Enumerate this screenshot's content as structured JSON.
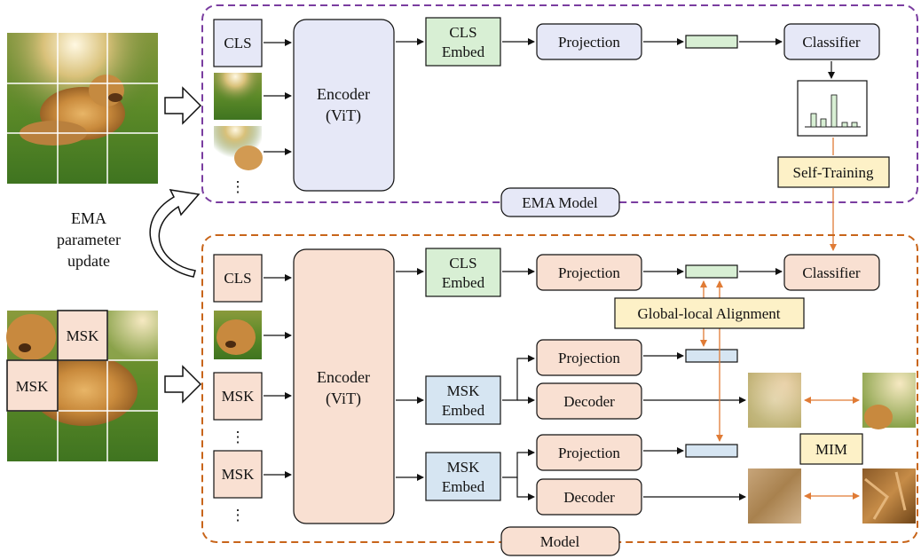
{
  "colors": {
    "ema_border": "#7a3da0",
    "model_border": "#c8651a",
    "ema_fill": "#e6e8f7",
    "model_fill": "#f9e0d2",
    "cls_embed_fill": "#d8efd4",
    "msk_embed_fill": "#d6e5f2",
    "note_fill": "#fdf1c7",
    "accent_orange": "#e07b35"
  },
  "ema": {
    "label": "EMA Model",
    "token_cls": "CLS",
    "encoder_line1": "Encoder",
    "encoder_line2": "(ViT)",
    "cls_embed_line1": "CLS",
    "cls_embed_line2": "Embed",
    "projection": "Projection",
    "classifier": "Classifier",
    "dots": "⋮"
  },
  "self_training": "Self-Training",
  "ema_update": {
    "line1": "EMA",
    "line2": "parameter",
    "line3": "update"
  },
  "model": {
    "label": "Model",
    "token_cls": "CLS",
    "token_msk_1": "MSK",
    "token_msk_2": "MSK",
    "dots_1": "⋮",
    "dots_2": "⋮",
    "encoder_line1": "Encoder",
    "encoder_line2": "(ViT)",
    "cls_embed_line1": "CLS",
    "cls_embed_line2": "Embed",
    "msk_embed1_line1": "MSK",
    "msk_embed1_line2": "Embed",
    "msk_embed2_line1": "MSK",
    "msk_embed2_line2": "Embed",
    "projection_cls": "Projection",
    "projection_1": "Projection",
    "projection_2": "Projection",
    "decoder_1": "Decoder",
    "decoder_2": "Decoder",
    "classifier": "Classifier"
  },
  "global_local": "Global-local Alignment",
  "mim": "MIM",
  "masked_image": {
    "msk_a": "MSK",
    "msk_b": "MSK"
  }
}
